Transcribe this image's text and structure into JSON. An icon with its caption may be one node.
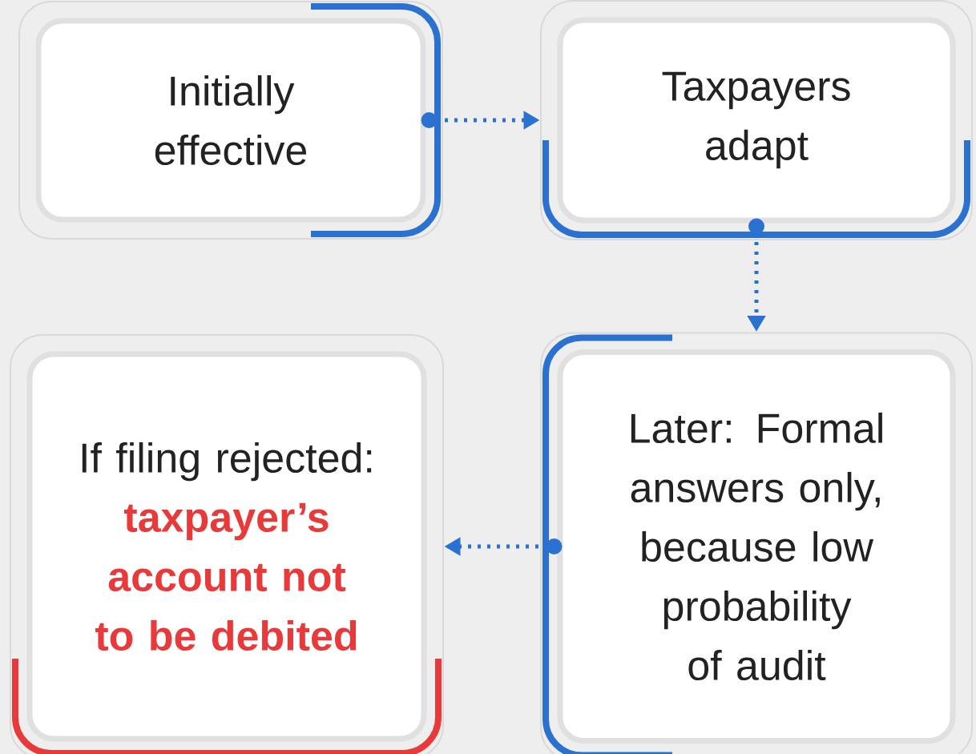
{
  "diagram": {
    "nodes": [
      {
        "text": [
          "Initially effective"
        ]
      },
      {
        "text": [
          "Taxpayers adapt"
        ]
      },
      {
        "text": [
          "Later: Formal answers only, because low probability of audit"
        ]
      },
      {
        "text": [
          "If filing rejected:",
          "taxpayer’s account not to be debited"
        ]
      }
    ],
    "edges": [
      {
        "from": 0,
        "to": 1,
        "arrow": "to"
      },
      {
        "from": 1,
        "to": 2,
        "arrow": "to"
      },
      {
        "from": 2,
        "to": 3,
        "arrow": "to"
      }
    ]
  }
}
